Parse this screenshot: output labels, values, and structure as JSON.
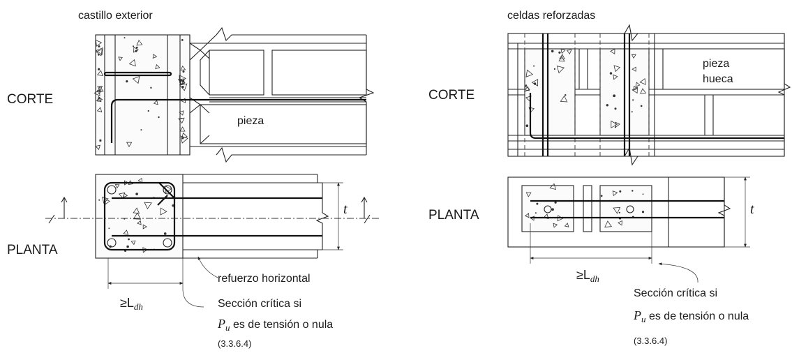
{
  "left": {
    "title": "castillo exterior",
    "corte_label": "CORTE",
    "planta_label": "PLANTA",
    "pieza_label": "pieza",
    "t_label": "t",
    "ldh_prefix": "≥L",
    "ldh_sub": "dh",
    "refuerzo_label": "refuerzo horizontal",
    "seccion_line1": "Sección crítica si",
    "pu_symbol": "P",
    "pu_sub": "u",
    "seccion_line2": " es de tensión o nula",
    "ref_code": "(3.3.6.4)"
  },
  "right": {
    "title": "celdas reforzadas",
    "corte_label": "CORTE",
    "planta_label": "PLANTA",
    "pieza_line1": "pieza",
    "pieza_line2": "hueca",
    "t_label": "t",
    "ldh_prefix": "≥L",
    "ldh_sub": "dh",
    "seccion_line1": "Sección crítica si",
    "pu_symbol": "P",
    "pu_sub": "u",
    "seccion_line2": " es de tensión o nula",
    "ref_code": "(3.3.6.4)"
  }
}
